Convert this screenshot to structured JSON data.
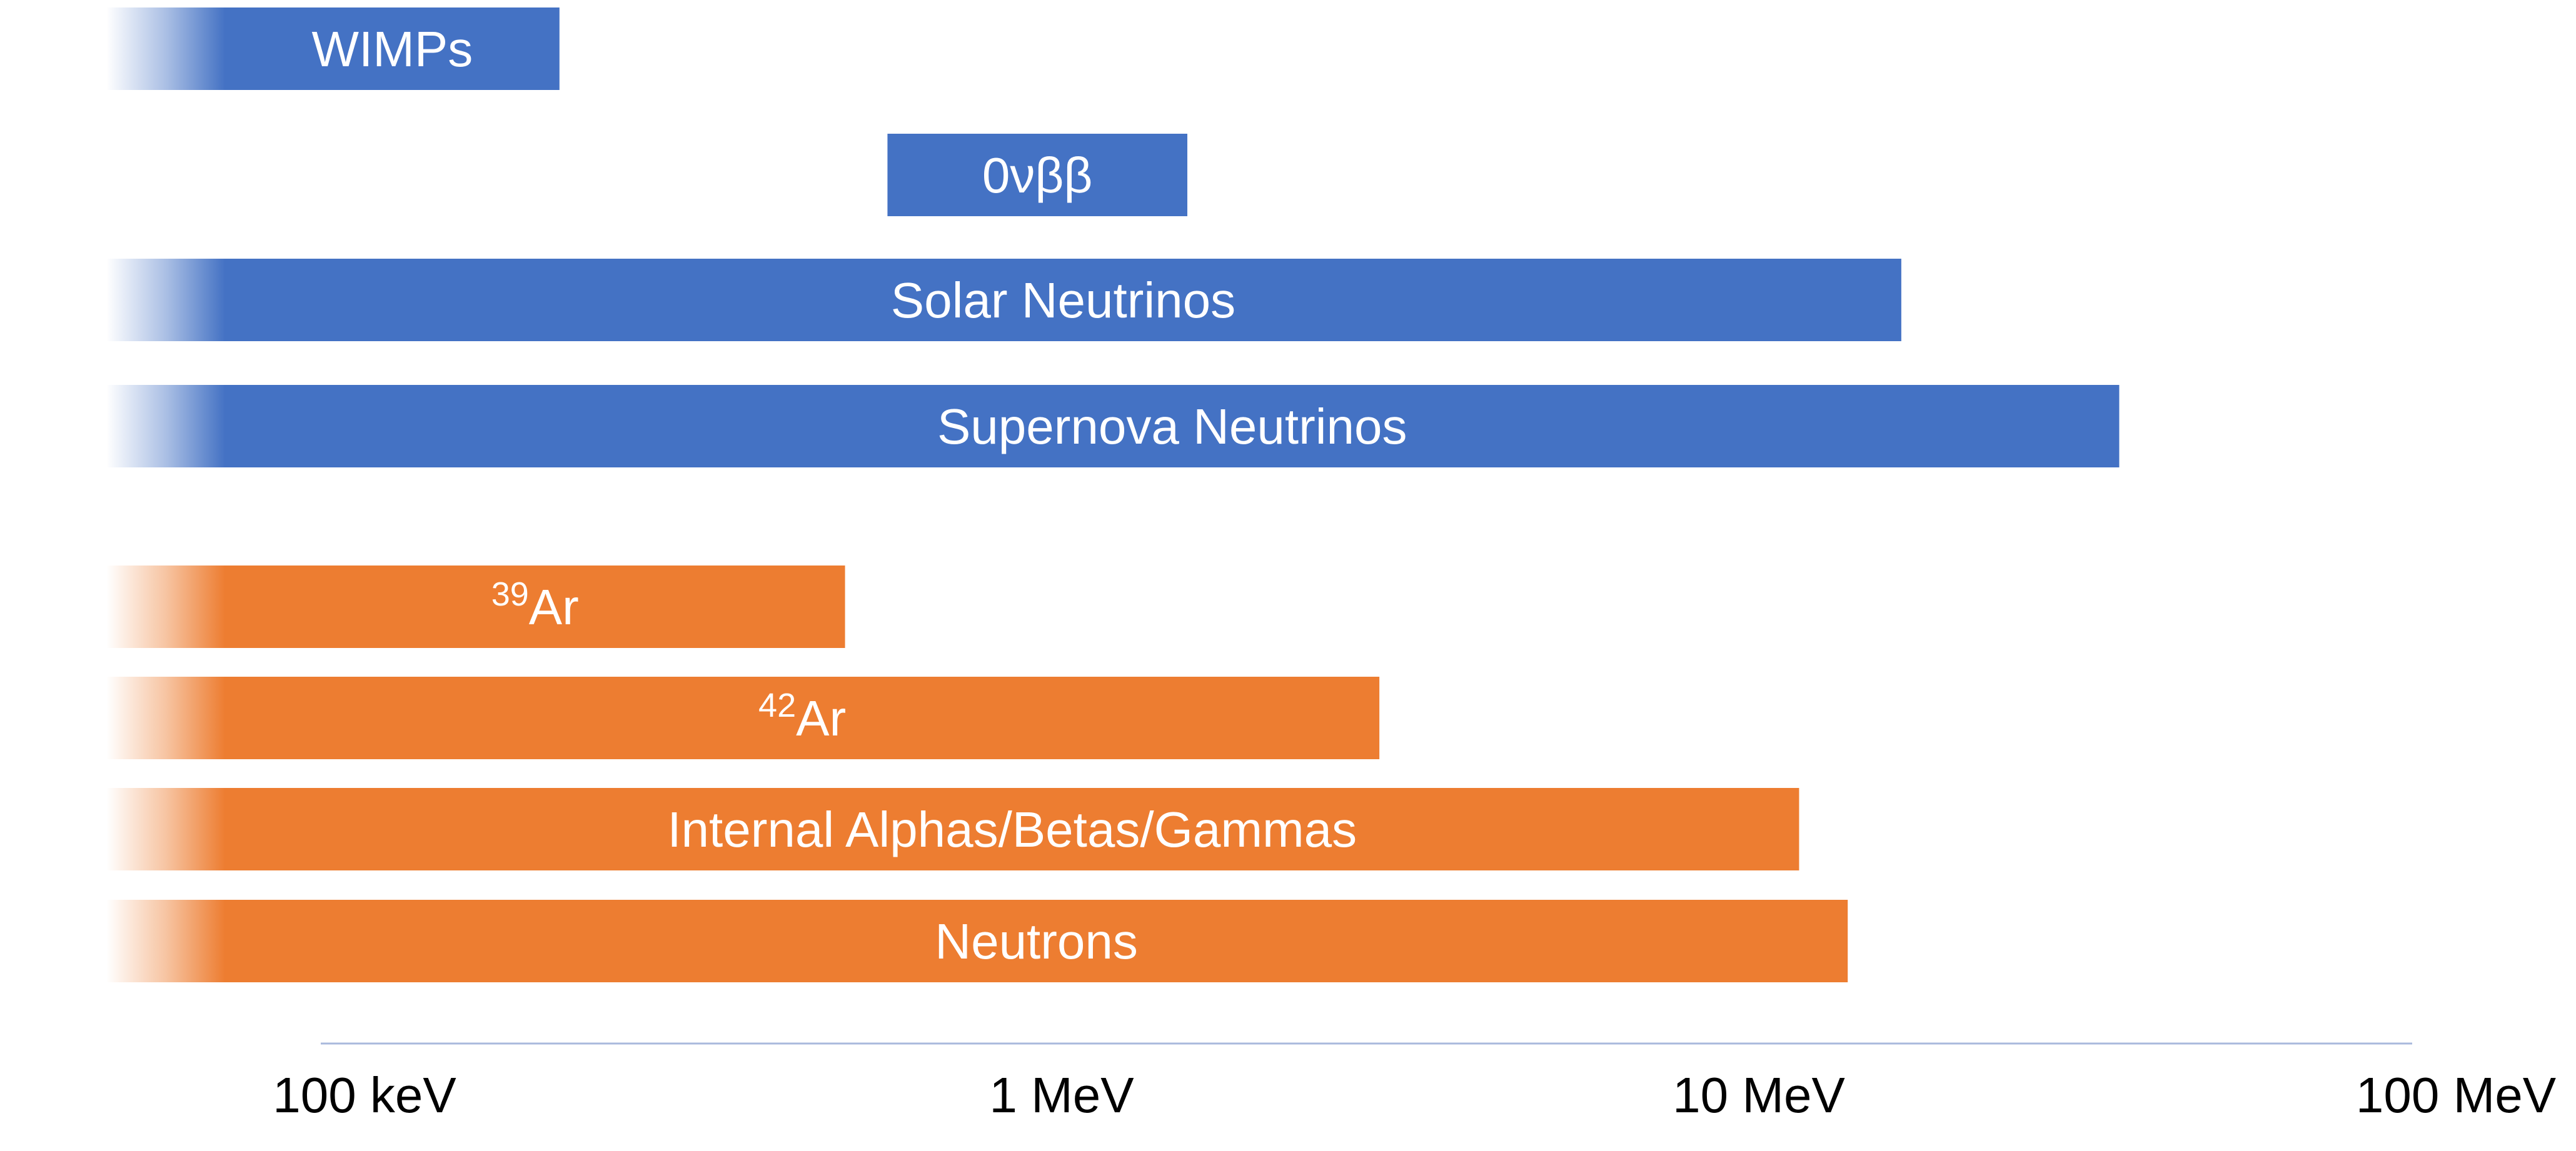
{
  "chart_data": {
    "type": "bar",
    "orientation": "horizontal",
    "x_scale": "log",
    "xlim_keV": [
      100,
      100000
    ],
    "x_ticks": [
      {
        "value_keV": 100,
        "label": "100 keV"
      },
      {
        "value_keV": 1000,
        "label": "1 MeV"
      },
      {
        "value_keV": 10000,
        "label": "10 MeV"
      },
      {
        "value_keV": 100000,
        "label": "100 MeV"
      }
    ],
    "colors": {
      "signal": "#4472c4",
      "background": "#ed7d31",
      "axis": "#a9b9dc"
    },
    "grid": false,
    "bars": [
      {
        "label": "WIMPs",
        "sup": "",
        "start_keV": null,
        "end_keV": 220,
        "group": "signal",
        "extends_below_axis": true
      },
      {
        "label": "0νββ",
        "sup": "",
        "start_keV": 650,
        "end_keV": 1750,
        "group": "signal",
        "extends_below_axis": false
      },
      {
        "label": "Solar Neutrinos",
        "sup": "",
        "start_keV": null,
        "end_keV": 18500,
        "group": "signal",
        "extends_below_axis": true
      },
      {
        "label": "Supernova Neutrinos",
        "sup": "",
        "start_keV": null,
        "end_keV": 38000,
        "group": "signal",
        "extends_below_axis": true
      },
      {
        "label": "Ar",
        "sup": "39",
        "start_keV": null,
        "end_keV": 565,
        "group": "background",
        "extends_below_axis": true
      },
      {
        "label": "Ar",
        "sup": "42",
        "start_keV": null,
        "end_keV": 3300,
        "group": "background",
        "extends_below_axis": true
      },
      {
        "label": "Internal Alphas/Betas/Gammas",
        "sup": "",
        "start_keV": null,
        "end_keV": 13200,
        "group": "background",
        "extends_below_axis": true
      },
      {
        "label": "Neutrons",
        "sup": "",
        "start_keV": null,
        "end_keV": 15500,
        "group": "background",
        "extends_below_axis": true
      }
    ]
  }
}
